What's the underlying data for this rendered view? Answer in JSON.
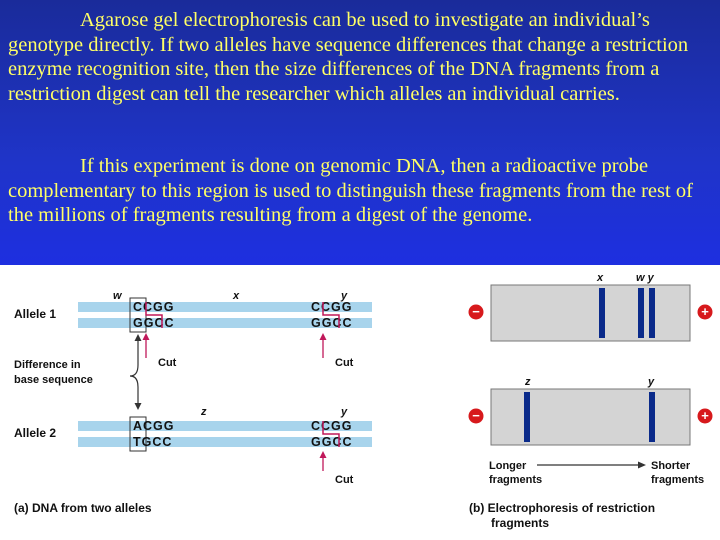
{
  "text": {
    "paragraph1": "Agarose gel electrophoresis can be used to investigate an individual’s genotype directly.  If two alleles have sequence differences that change a restriction enzyme recognition site, then the size differences of the DNA fragments from a restriction digest can tell the researcher which alleles an individual carries.",
    "paragraph2": "If this experiment is done on genomic DNA, then a radioactive probe complementary to this region is used to distinguish these fragments from the rest of the millions of fragments resulting from a digest of the genome."
  },
  "figure_a": {
    "allele1_label": "Allele 1",
    "allele2_label": "Allele 2",
    "difference_label_line1": "Difference in",
    "difference_label_line2": "base sequence",
    "label_w": "w",
    "label_x": "x",
    "label_y_top": "y",
    "label_z": "z",
    "label_y_bottom": "y",
    "cut": "Cut",
    "allele1_site1_top": "CCGG",
    "allele1_site1_bottom": "GGCC",
    "allele1_site2_top": "CCGG",
    "allele1_site2_bottom": "GGCC",
    "allele2_site1_top": "ACGG",
    "allele2_site1_bottom": "TGCC",
    "allele2_site2_top": "CCGG",
    "allele2_site2_bottom": "GGCC",
    "caption": "(a) DNA from two alleles"
  },
  "figure_b": {
    "band_label_x": "x",
    "band_label_wy": "w y",
    "band_label_z": "z",
    "band_label_y": "y",
    "minus": "−",
    "plus": "+",
    "longer_line1": "Longer",
    "longer_line2": "fragments",
    "shorter_line1": "Shorter",
    "shorter_line2": "fragments",
    "caption_line1": "(b) Electrophoresis of restriction",
    "caption_line2": "fragments"
  },
  "colors": {
    "slide_blue": "#1f34c8",
    "text_yellow": "#ffff66",
    "dna_strand": "#a8d4ec",
    "cut_marker": "#c0185a",
    "gel": "#d4d4d4",
    "band": "#0a2a8a",
    "electrode": "#d7191c"
  }
}
